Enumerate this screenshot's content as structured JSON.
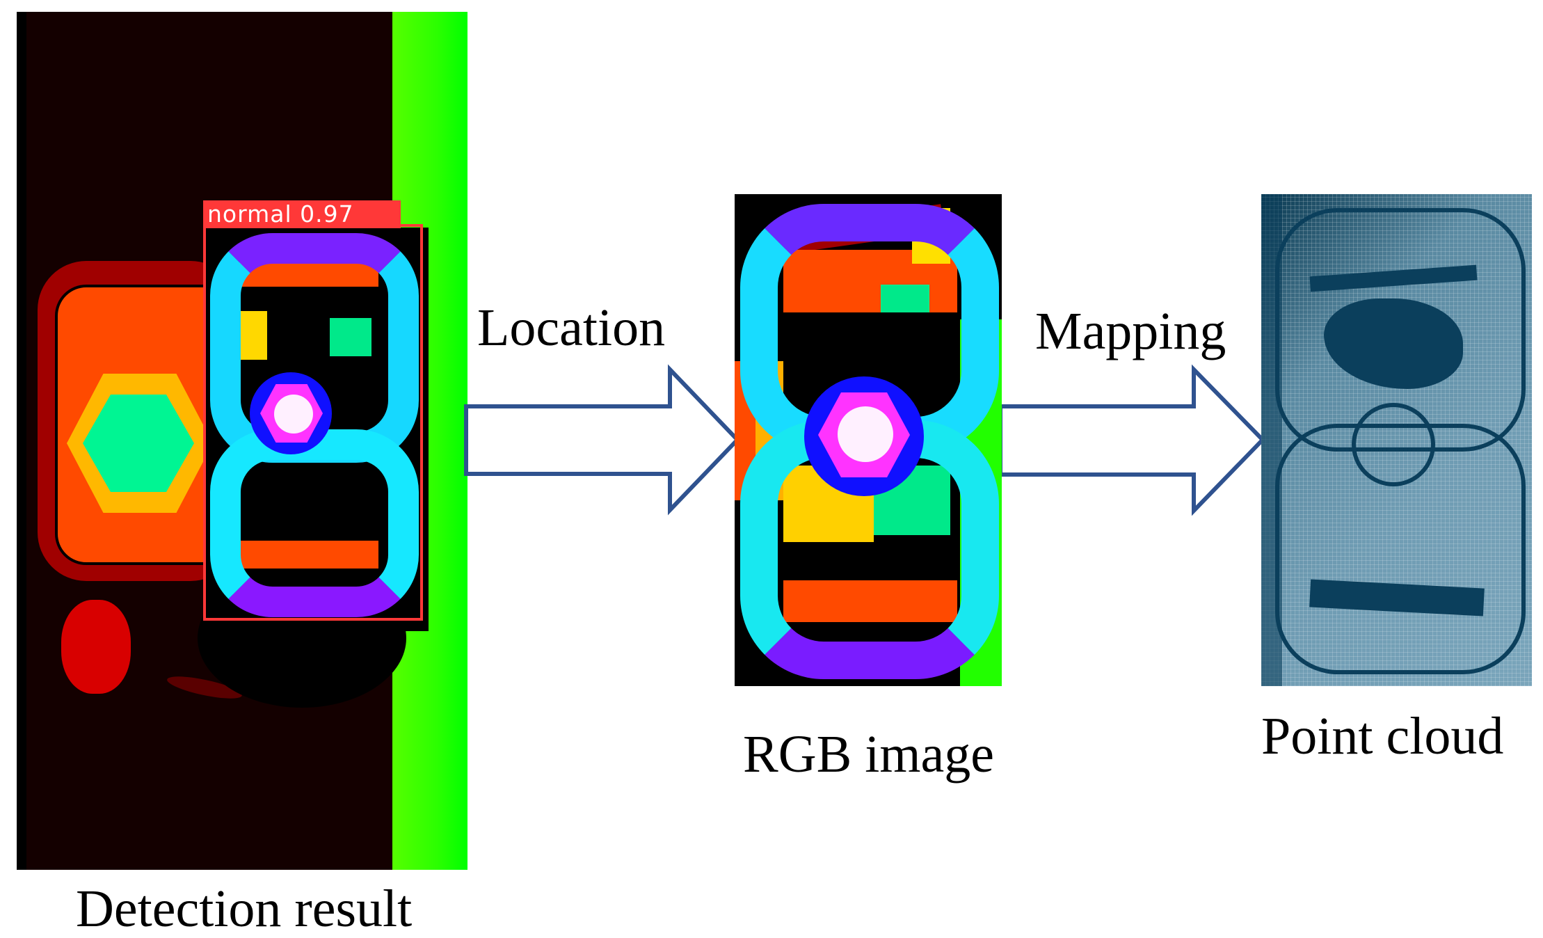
{
  "figure": {
    "panels": [
      {
        "id": "detection",
        "caption": "Detection result",
        "detection_label": "normal 0.97",
        "box_color": "#ff3838"
      },
      {
        "id": "rgb",
        "caption": "RGB image"
      },
      {
        "id": "point_cloud",
        "caption": "Point cloud"
      }
    ],
    "arrows": [
      {
        "label": "Location",
        "from": "detection",
        "to": "rgb"
      },
      {
        "label": "Mapping",
        "from": "rgb",
        "to": "point_cloud"
      }
    ],
    "colors": {
      "arrow_stroke": "#2f528f",
      "detection_background": "#140000",
      "detection_side_band": "#33ff00",
      "point_cloud_tint": "#0b3f5c"
    }
  }
}
